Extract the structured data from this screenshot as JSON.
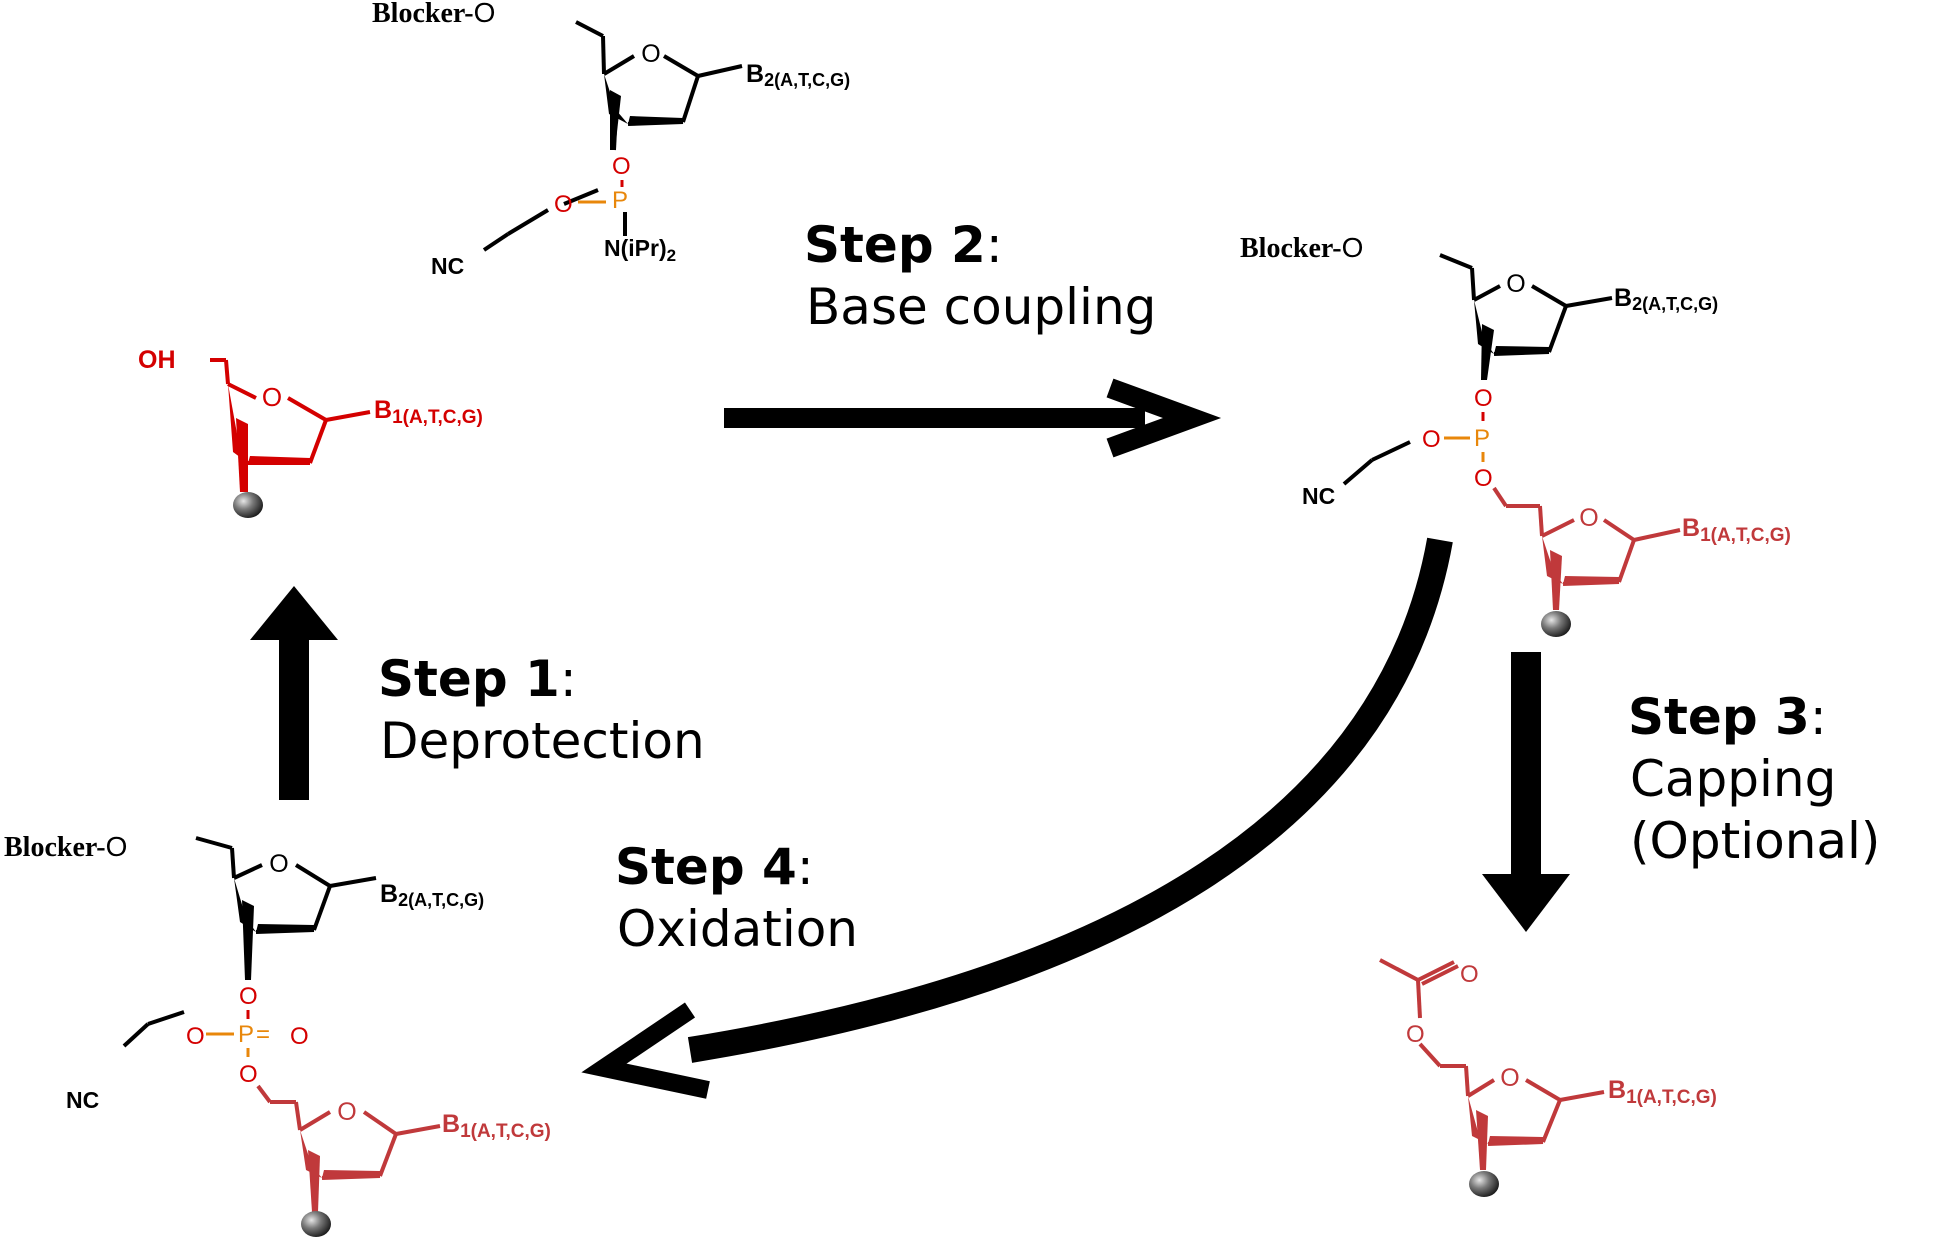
{
  "colors": {
    "black": "#000000",
    "bright_red": "#d40000",
    "muted_red": "#c0393b",
    "orange": "#e8870b",
    "arrow": "#000000"
  },
  "steps": [
    {
      "number": "Step 1",
      "colon": ":",
      "line1": "Deprotection",
      "line2": ""
    },
    {
      "number": "Step 2",
      "colon": ":",
      "line1": "Base coupling",
      "line2": ""
    },
    {
      "number": "Step 3",
      "colon": ":",
      "line1": "Capping",
      "line2": "(Optional)"
    },
    {
      "number": "Step 4",
      "colon": ":",
      "line1": "Oxidation",
      "line2": ""
    }
  ],
  "chem": {
    "blocker": "Blocker-",
    "o": "O",
    "p": "P",
    "oh": "OH",
    "nc": "NC",
    "amine": "N(iPr)",
    "amine_sub": "2",
    "b1": "B",
    "b1_sub": "1(A,T,C,G)",
    "b2": "B",
    "b2_sub": "2(A,T,C,G)",
    "double_bond": "="
  },
  "icons": {
    "support": "solid-support-bead-icon",
    "arrow": "reaction-arrow-icon"
  }
}
